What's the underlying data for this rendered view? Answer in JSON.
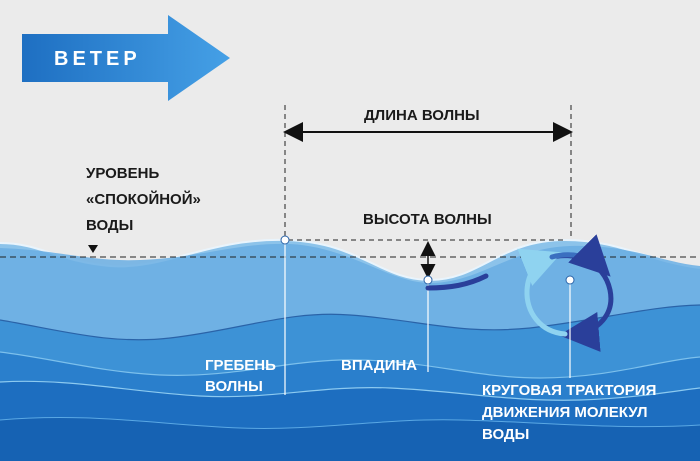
{
  "wind": {
    "label": "ВЕТЕР"
  },
  "wavelength": {
    "label": "ДЛИНА ВОЛНЫ"
  },
  "wave_height": {
    "label": "ВЫСОТА ВОЛНЫ"
  },
  "still_water": {
    "line1": "УРОВЕНЬ",
    "line2": "«СПОКОЙНОЙ»",
    "line3": "ВОДЫ"
  },
  "crest": {
    "line1": "ГРЕБЕНЬ",
    "line2": "ВОЛНЫ"
  },
  "trough": {
    "label": "ВПАДИНА"
  },
  "orbit": {
    "line1": "КРУГОВАЯ ТРАКТОРИЯ",
    "line2": "ДВИЖЕНИЯ МОЛЕКУЛ",
    "line3": "ВОДЫ"
  },
  "colors": {
    "background": "#ebebeb",
    "water_surface": "#7fb8e6",
    "water_mid": "#3b8fd4",
    "water_deep": "#1c6fc0",
    "water_deepest": "#1560b0",
    "arrow_blue": "#2e7fd0",
    "orbit_dark": "#2a3f9a",
    "orbit_light": "#8fd3f0"
  }
}
